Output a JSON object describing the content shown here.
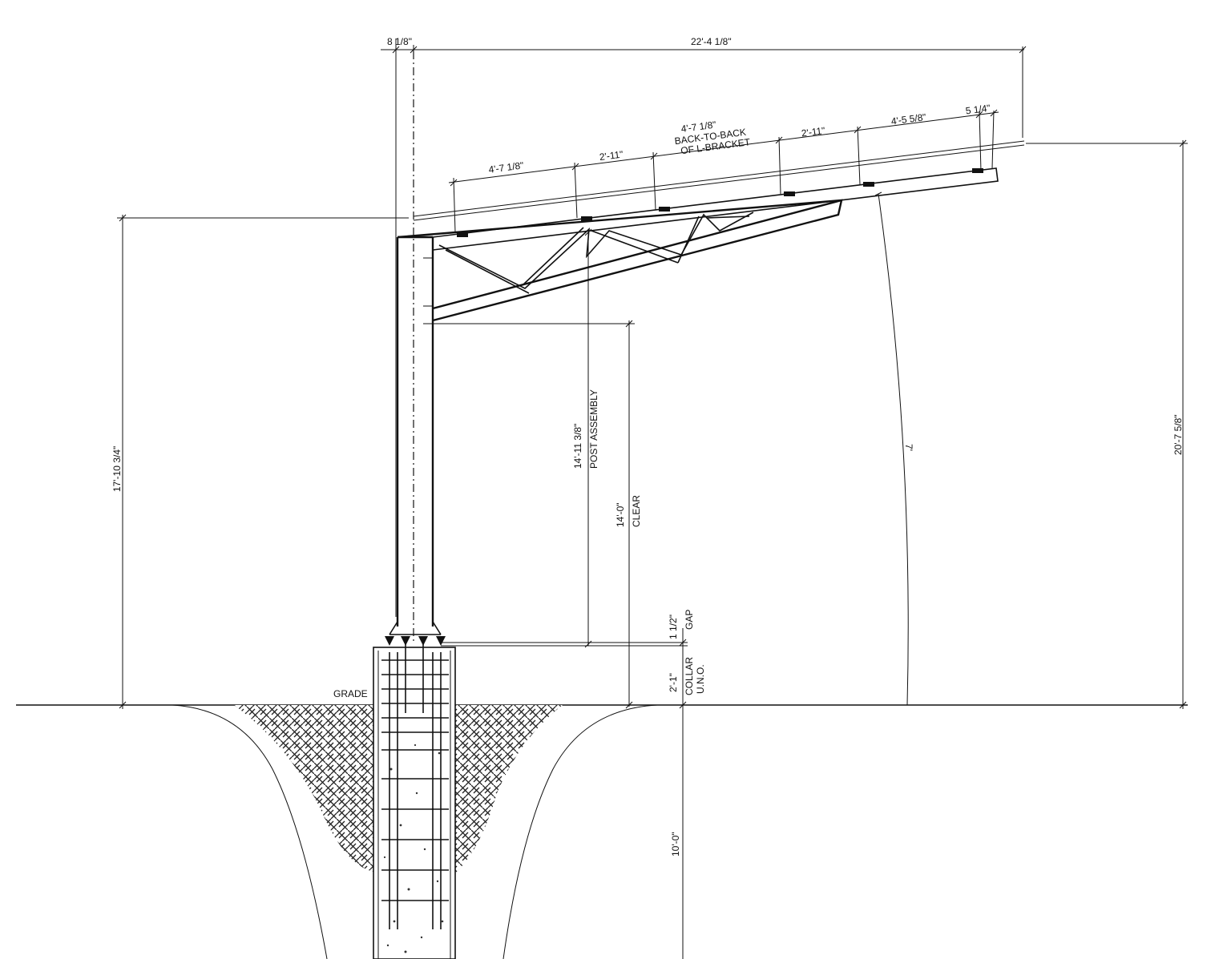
{
  "drawing": {
    "dims": {
      "post_offset": "8 1/8\"",
      "overall_width": "22'-4 1/8\"",
      "seg1": "4'-7 1/8\"",
      "seg2": "2'-11\"",
      "seg3_value": "4'-7 1/8\"",
      "seg3_line1": "BACK-TO-BACK",
      "seg3_line2": "OF L-BRACKET",
      "seg4": "2'-11\"",
      "seg5": "4'-5 5/8\"",
      "seg6": "5 1/4\"",
      "left_height": "17'-10 3/4\"",
      "right_height": "20'-7 5/8\"",
      "post_assembly_value": "14'-11 3/8\"",
      "post_assembly_label": "POST ASSEMBLY",
      "clear_value": "14'-0\"",
      "clear_label": "CLEAR",
      "gap_value": "1 1/2\"",
      "gap_label": "GAP",
      "collar_value": "2'-1\"",
      "collar_label1": "COLLAR",
      "collar_label2": "U.N.O.",
      "depth": "10'-0\"",
      "arc_label": "7'"
    },
    "labels": {
      "grade": "GRADE"
    }
  }
}
